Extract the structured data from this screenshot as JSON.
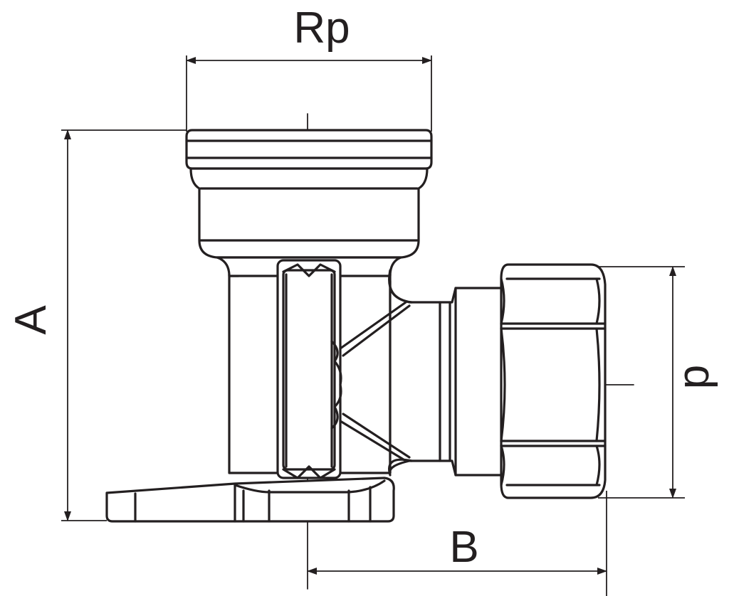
{
  "dimensions": {
    "rp": "Rp",
    "a": "A",
    "b": "B",
    "p": "p"
  }
}
